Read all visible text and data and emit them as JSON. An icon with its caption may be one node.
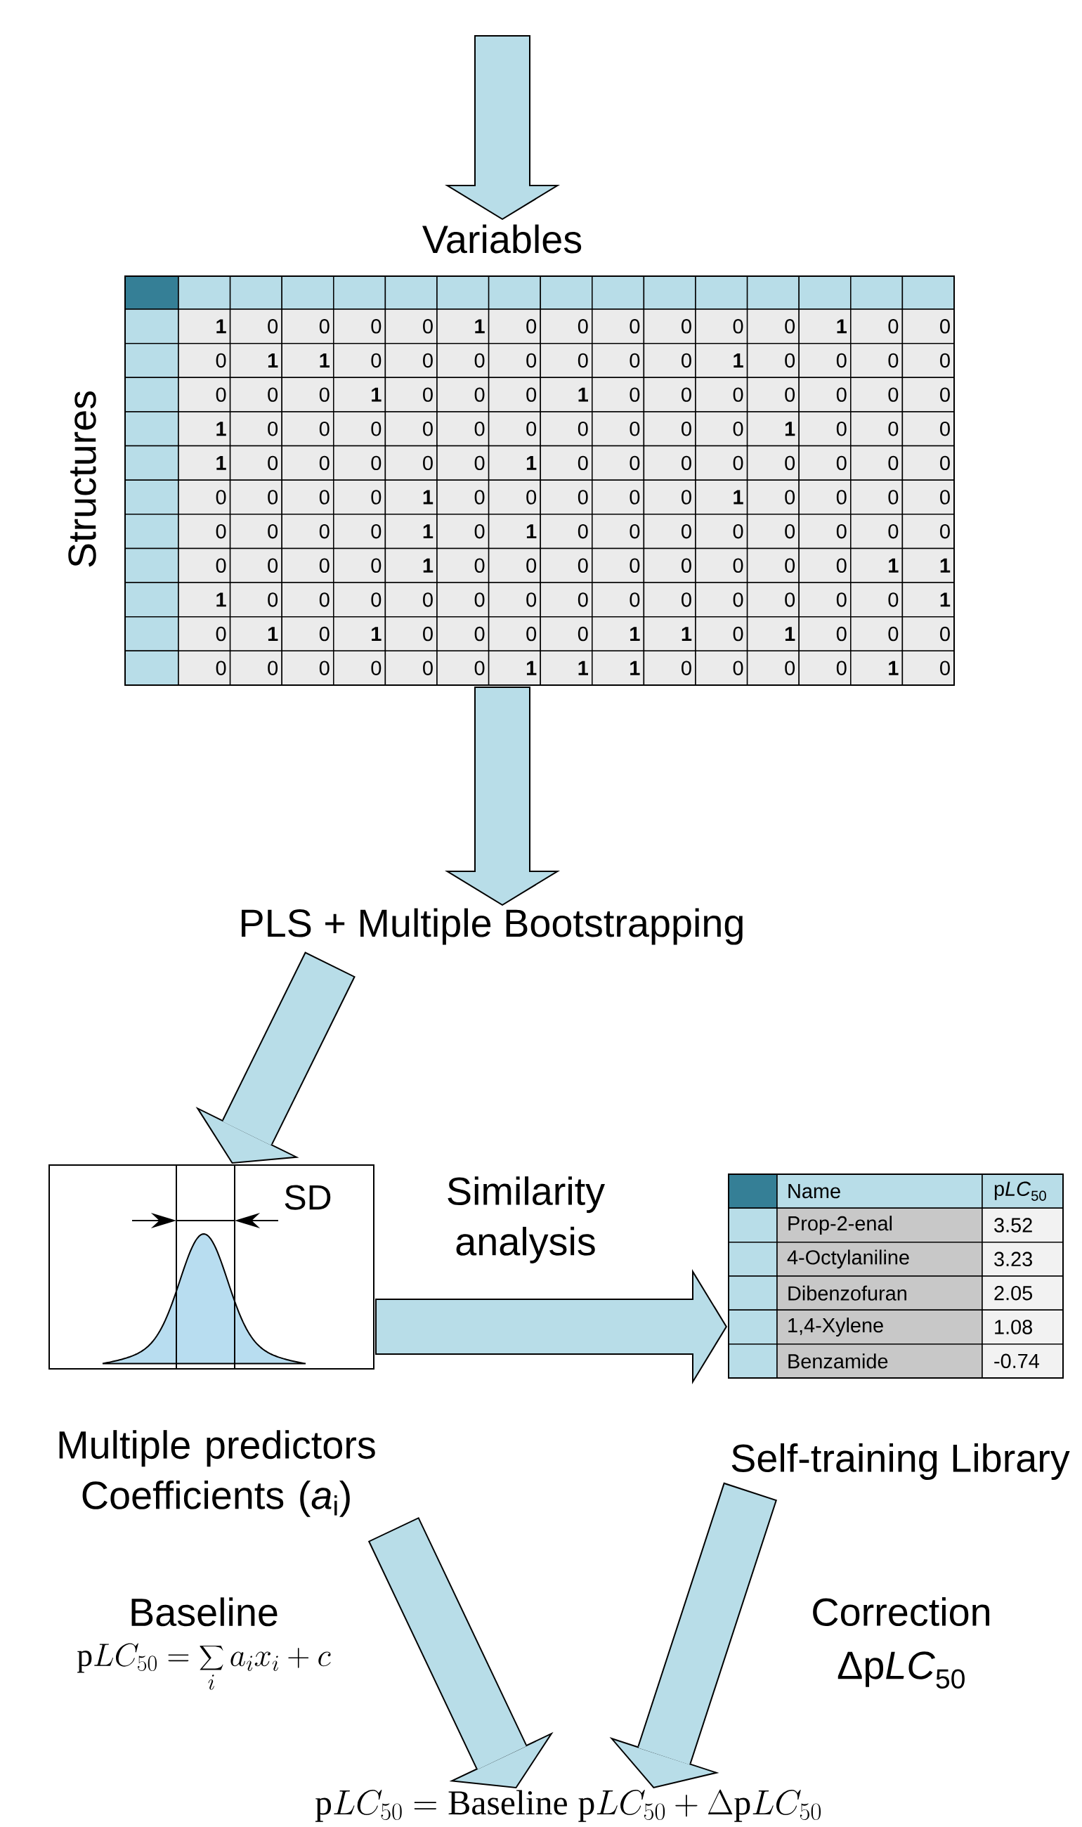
{
  "diagram": {
    "nodes": [
      {
        "text": [
          "Variables",
          "Structures"
        ]
      },
      {
        "text": [
          "PLS + Multiple Bootstrapping"
        ]
      },
      {
        "text": [
          "SD",
          "Multiple predictors Coefficients (*a*$_{i}$)"
        ]
      },
      {
        "text": [
          "Self-training Library"
        ]
      },
      {
        "text": [
          "Baseline",
          "\\mathrm{p}LC_{50} = \\sum_{i} a_{i} x_{i} + c"
        ]
      },
      {
        "text": [
          "Correction",
          "\\text{Δp\\textit{LC}}_{\\text{50}}"
        ]
      },
      {
        "text": [
          "\\mathrm{p}LC_{50} = \\mathrm{Baseline}\\ \\mathrm{p}LC_{50} + \\Delta\\mathrm{p}LC_{50}"
        ]
      }
    ],
    "edges": [
      {
        "from": null,
        "to": 0,
        "arrow": "to"
      },
      {
        "from": 0,
        "to": 1,
        "arrow": "to"
      },
      {
        "from": 1,
        "to": 2,
        "arrow": "to",
        "color": "#b8dde8"
      },
      {
        "from": 2,
        "to": 3,
        "arrow": "to",
        "label": "Similarity analysis"
      },
      {
        "from": 2,
        "to": 6,
        "arrow": "to"
      },
      {
        "from": 3,
        "to": 6,
        "arrow": "to",
        "color": "#b8dde8"
      }
    ],
    "labels": [
      "**1**",
      "0",
      "0",
      "0",
      "0",
      "**1**",
      "0",
      "0",
      "0",
      "0",
      "0",
      "0",
      "**1**",
      "0",
      "0",
      "0",
      "**1**",
      "**1**",
      "0",
      "0",
      "0",
      "0",
      "0",
      "0",
      "0",
      "**1**",
      "0",
      "0",
      "0",
      "0",
      "0",
      "0",
      "0",
      "**1**",
      "0",
      "0",
      "0",
      "**1**",
      "0",
      "0",
      "0",
      "0",
      "0",
      "0",
      "0",
      "**1**",
      "0",
      "0",
      "0",
      "0",
      "0",
      "0",
      "0",
      "0",
      "0",
      "0",
      "**1**",
      "0",
      "0",
      "0",
      "**1**",
      "0",
      "0",
      "0",
      "0",
      "0",
      "**1**",
      "0",
      "0",
      "0",
      "0",
      "0",
      "0",
      "0",
      "0",
      "0",
      "0",
      "0",
      "0",
      "**1**",
      "0",
      "0",
      "0",
      "0",
      "0",
      "**1**",
      "0",
      "0",
      "0",
      "0",
      "0",
      "0",
      "0",
      "0",
      "**1**",
      "0",
      "**1**",
      "0",
      "0",
      "0",
      "0",
      "0",
      "0",
      "0",
      "0",
      "0",
      "0",
      "0",
      "0",
      "**1**",
      "0",
      "0",
      "0",
      "0",
      "0",
      "0",
      "0",
      "0",
      "**1**",
      "**1**",
      "**1**",
      "0",
      "0",
      "0",
      "0",
      "0",
      "0",
      "0",
      "0",
      "0",
      "0",
      "0",
      "0",
      "0",
      "**1**",
      "0",
      "**1**",
      "0",
      "**1**",
      "0",
      "0",
      "0",
      "0",
      "**1**",
      "**1**",
      "0",
      "**1**",
      "0",
      "0",
      "0",
      "0",
      "0",
      "0",
      "0",
      "0",
      "0",
      "**1**",
      "**1**",
      "**1**",
      "0",
      "0",
      "0",
      "0",
      "**1**",
      "0",
      "Name",
      "\\text{p\\textit{LC}}_{\\text{50}}",
      "Prop-2-enal",
      "3.52",
      "4-Octylaniline",
      "3.23",
      "Dibenzofuran",
      "2.05",
      "1,4-Xylene",
      "1.08",
      "Benzamide",
      "-0.74"
    ]
  }
}
